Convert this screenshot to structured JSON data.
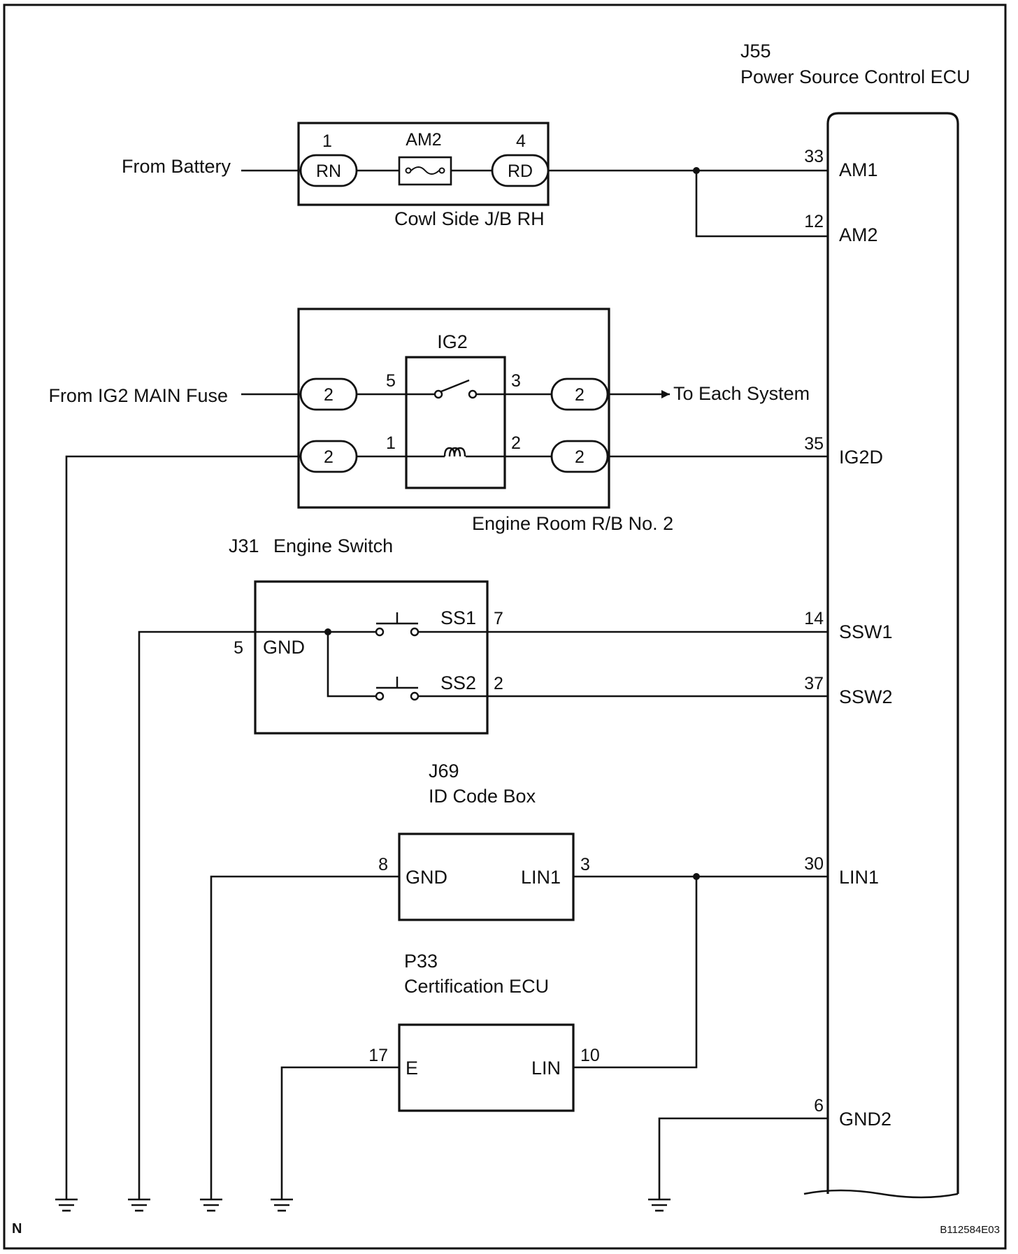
{
  "ecu": {
    "code": "J55",
    "name": "Power Source Control ECU"
  },
  "jb": {
    "name": "Cowl Side J/B RH",
    "fuse": "AM2",
    "left_pin": "1",
    "right_pin": "4",
    "left_conn": "RN",
    "right_conn": "RD",
    "source": "From Battery"
  },
  "rb": {
    "name": "Engine Room R/B No. 2",
    "relay": "IG2",
    "conn": [
      "2",
      "2",
      "2",
      "2"
    ],
    "relay_pins": {
      "switch_in": "5",
      "switch_out": "3",
      "coil_in": "1",
      "coil_out": "2"
    },
    "source": "From IG2 MAIN Fuse",
    "dest": "To Each System"
  },
  "engine_switch": {
    "code": "J31",
    "name": "Engine Switch",
    "gnd_pin": "5",
    "gnd_label": "GND",
    "ss1_label": "SS1",
    "ss1_pin": "7",
    "ss2_label": "SS2",
    "ss2_pin": "2"
  },
  "id_box": {
    "code": "J69",
    "name": "ID Code Box",
    "gnd_pin": "8",
    "gnd_label": "GND",
    "lin_label": "LIN1",
    "lin_pin": "3"
  },
  "cert_ecu": {
    "code": "P33",
    "name": "Certification ECU",
    "e_pin": "17",
    "e_label": "E",
    "lin_label": "LIN",
    "lin_pin": "10"
  },
  "ecu_pins": [
    {
      "num": "33",
      "name": "AM1"
    },
    {
      "num": "12",
      "name": "AM2"
    },
    {
      "num": "35",
      "name": "IG2D"
    },
    {
      "num": "14",
      "name": "SSW1"
    },
    {
      "num": "37",
      "name": "SSW2"
    },
    {
      "num": "30",
      "name": "LIN1"
    },
    {
      "num": "6",
      "name": "GND2"
    }
  ],
  "corner_left": "N",
  "figure_code": "B112584E03"
}
